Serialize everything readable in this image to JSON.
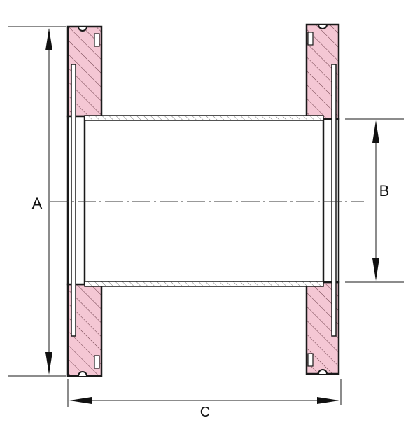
{
  "diagram": {
    "labels": {
      "a": "A",
      "b": "B",
      "c": "C"
    },
    "colors": {
      "flange_fill": "#f4c7d4",
      "line": "#1a1a1a",
      "hatch": "#6b3b47",
      "background": "#ffffff"
    }
  }
}
